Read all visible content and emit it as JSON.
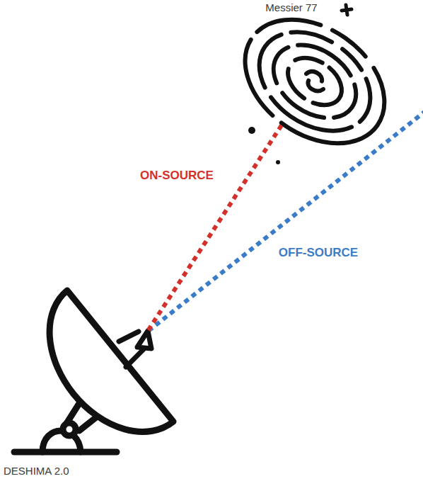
{
  "diagram": {
    "nodes": [
      {
        "text": [
          "Messier 77"
        ]
      },
      {
        "text": [
          "DESHIMA 2.0"
        ]
      }
    ],
    "edges": [
      {
        "from": 1,
        "to": 0,
        "arrow": "none",
        "label": "ON-SOURCE"
      }
    ],
    "labels": [
      "OFF-SOURCE"
    ]
  }
}
